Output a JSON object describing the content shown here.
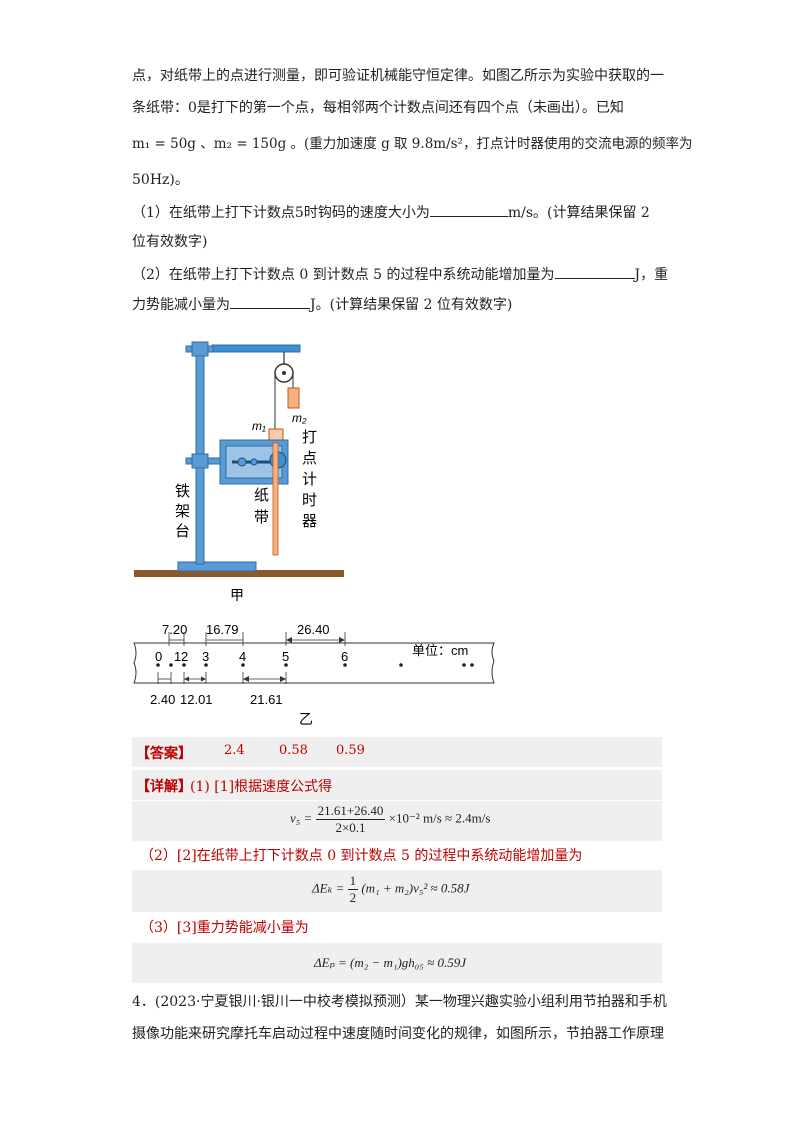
{
  "intro": {
    "line1": "点，对纸带上的点进行测量，即可验证机械能守恒定律。如图乙所示为实验中获取的一",
    "line2": "条纸带：0是打下的第一个点，每相邻两个计数点间还有四个点（未画出）。已知",
    "line3": "m₁ = 50g 、m₂ = 150g 。(重力加速度 g 取 9.8m/s²，打点计时器使用的交流电源的频率为",
    "line4": "50Hz)。"
  },
  "questions": {
    "q1_a": "（1）在纸带上打下计数点5时钩码的速度大小为",
    "q1_b": "m/s。(计算结果保留 2",
    "q1_c": "位有效数字)",
    "q2_a": "（2）在纸带上打下计数点 0 到计数点 5 的过程中系统动能增加量为",
    "q2_b": "J，重",
    "q2_c": "力势能减小量为",
    "q2_d": "J。(计算结果保留 2 位有效数字)"
  },
  "figure_jia": {
    "m1": "m₁",
    "m2": "m₂",
    "tiejiatai": [
      "铁",
      "架",
      "台"
    ],
    "zhidai": [
      "纸",
      "带"
    ],
    "dadian": [
      "打",
      "点",
      "计",
      "时",
      "器"
    ],
    "caption": "甲"
  },
  "figure_yi": {
    "top_labels": [
      "7.20",
      "16.79",
      "26.40"
    ],
    "bottom_labels": [
      "2.40",
      "12.01",
      "21.61"
    ],
    "point_labels": [
      "0",
      "1",
      "2",
      "3",
      "4",
      "5",
      "6"
    ],
    "unit": "单位：cm",
    "caption": "乙"
  },
  "answer": {
    "label": "【答案】",
    "values": [
      "2.4",
      "0.58",
      "0.59"
    ]
  },
  "explain": {
    "label": "【详解】",
    "step1": "(1) [1]根据速度公式得",
    "f1_lhs": "v₅ =",
    "f1_num": "21.61+26.40",
    "f1_den": "2×0.1",
    "f1_rhs": "×10⁻² m/s ≈ 2.4m/s",
    "step2": "（2）[2]在纸带上打下计数点 0 到计数点 5 的过程中系统动能增加量为",
    "f2_lhs": "ΔEₖ =",
    "f2_num": "1",
    "f2_den": "2",
    "f2_rhs": "(m₁ + m₂)v₅² ≈ 0.58J",
    "step3": "（3）[3]重力势能减小量为",
    "f3": "ΔEₚ = (m₂ − m₁)gh₀₅ ≈ 0.59J"
  },
  "next_problem": {
    "line1": "4．(2023·宁夏银川·银川一中校考模拟预测）某一物理兴趣实验小组利用节拍器和手机",
    "line2": "摄像功能来研究摩托车启动过程中速度随时间变化的规律，如图所示，节拍器工作原理"
  }
}
